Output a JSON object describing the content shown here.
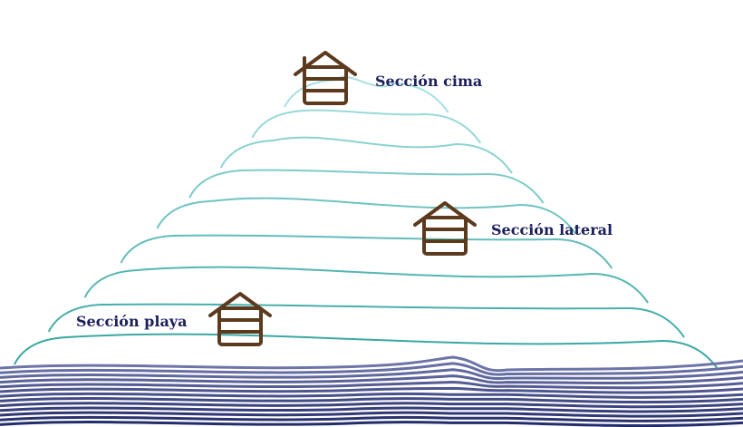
{
  "labels": {
    "summit": "Sección cima",
    "side": "Sección lateral",
    "beach": "Sección playa"
  },
  "icons": [
    "house-icon"
  ],
  "colors": {
    "house": "#5c3a1e",
    "label": "#1b1f5c",
    "contour_top": "#a6e0e2",
    "contour_bottom": "#3aa8a3",
    "water_top": "#6d74a8",
    "water_bottom": "#242d6b"
  }
}
